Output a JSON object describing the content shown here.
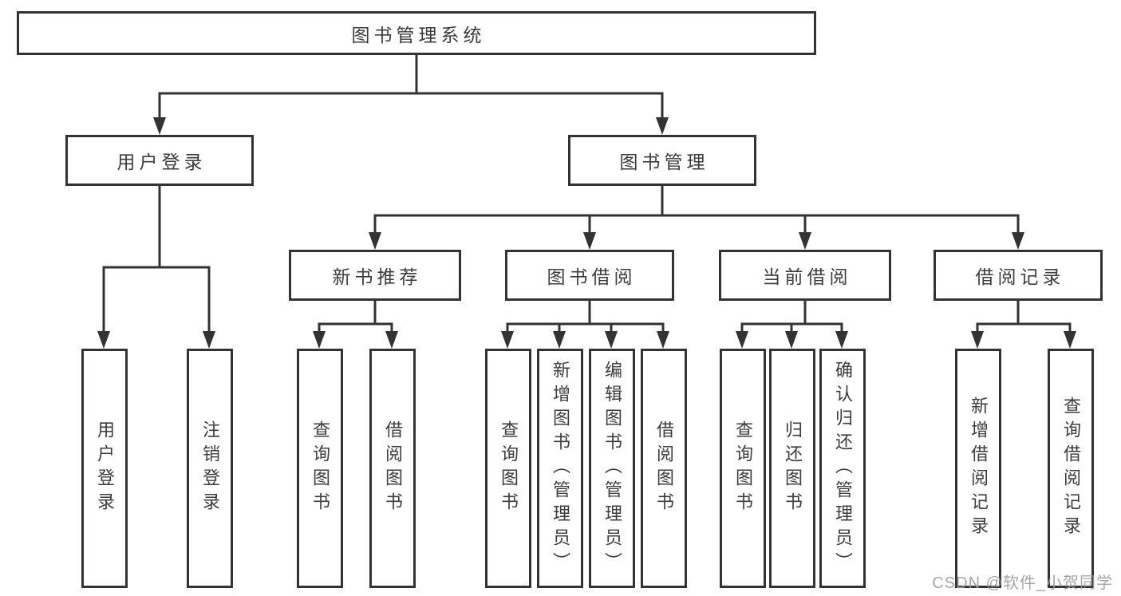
{
  "tree": {
    "root": "图书管理系统",
    "children": [
      {
        "label": "用户登录",
        "children": [
          "用户登录",
          "注销登录"
        ]
      },
      {
        "label": "图书管理",
        "children": [
          {
            "label": "新书推荐",
            "children": [
              "查询图书",
              "借阅图书"
            ]
          },
          {
            "label": "图书借阅",
            "children": [
              "查询图书",
              "新增图书（管理员）",
              "编辑图书（管理员）",
              "借阅图书"
            ]
          },
          {
            "label": "当前借阅",
            "children": [
              "查询图书",
              "归还图书",
              "确认归还（管理员）"
            ]
          },
          {
            "label": "借阅记录",
            "children": [
              "新增借阅记录",
              "查询借阅记录"
            ]
          }
        ]
      }
    ]
  },
  "watermark": "CSDN @软件_小贺同学",
  "colors": {
    "line": "#333333",
    "box_border": "#333333",
    "box_background": "#ffffff",
    "text": "#3c3c3c",
    "watermark": "#9c9c9c",
    "background": "#ffffff"
  }
}
